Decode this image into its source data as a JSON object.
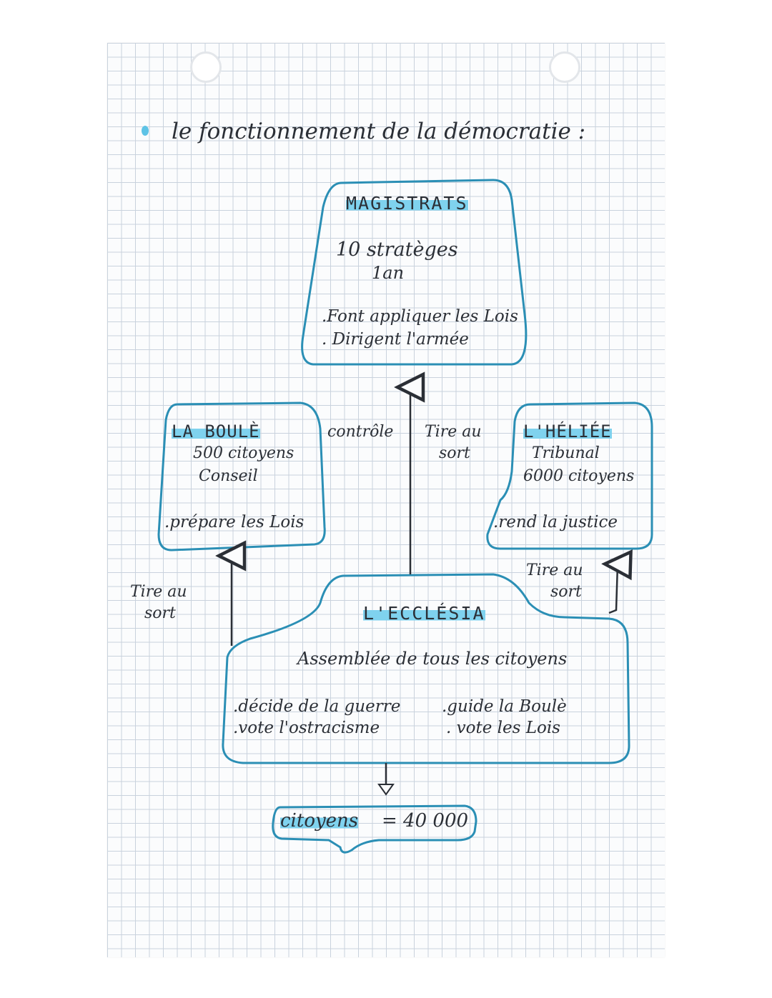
{
  "title": "le fonctionnement de la démocratie :",
  "colors": {
    "outline": "#2b8fb5",
    "highlight": "#7fd2ee",
    "ink": "#2b2f36"
  },
  "magistrats": {
    "heading": "MAGISTRATS",
    "line1": "10 stratèges",
    "line2": "1an",
    "bullet1": ".Font appliquer les Lois",
    "bullet2": ". Dirigent l'armée"
  },
  "boule": {
    "heading": "LA BOULÈ",
    "line1": "500 citoyens",
    "line2": "Conseil",
    "bullet1": ".prépare les Lois"
  },
  "heliee": {
    "heading": "L'HÉLIÉE",
    "line1": "Tribunal",
    "line2": "6000 citoyens",
    "bullet1": ".rend la justice"
  },
  "ecclesia": {
    "heading": "L'ECCLÉSIA",
    "subtitle": "Assemblée de tous les citoyens",
    "bullet1": ".décide de la guerre",
    "bullet2": ".vote l'ostracisme",
    "bullet3": ".guide la Boulè",
    "bullet4": ". vote les Lois"
  },
  "citoyens": {
    "label": "citoyens",
    "value": "= 40 000"
  },
  "labels": {
    "controle": "contrôle",
    "tire_mag_1": "Tire au",
    "tire_mag_2": "sort",
    "tire_boule_1": "Tire au",
    "tire_boule_2": "sort",
    "tire_heliee_1": "Tire au",
    "tire_heliee_2": "sort"
  }
}
